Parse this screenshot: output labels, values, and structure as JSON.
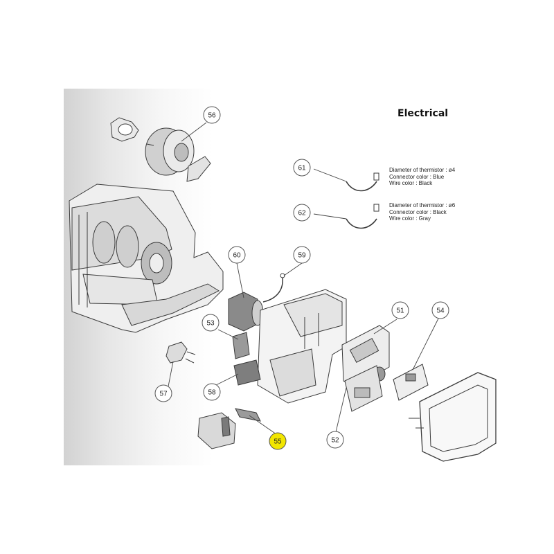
{
  "diagram": {
    "title": "Electrical",
    "callouts": [
      {
        "id": "callout-56",
        "label": "56",
        "highlighted": false
      },
      {
        "id": "callout-60",
        "label": "60",
        "highlighted": false
      },
      {
        "id": "callout-59",
        "label": "59",
        "highlighted": false
      },
      {
        "id": "callout-61",
        "label": "61",
        "highlighted": false
      },
      {
        "id": "callout-62",
        "label": "62",
        "highlighted": false
      },
      {
        "id": "callout-53",
        "label": "53",
        "highlighted": false
      },
      {
        "id": "callout-51",
        "label": "51",
        "highlighted": false
      },
      {
        "id": "callout-54",
        "label": "54",
        "highlighted": false
      },
      {
        "id": "callout-57",
        "label": "57",
        "highlighted": false
      },
      {
        "id": "callout-58",
        "label": "58",
        "highlighted": false
      },
      {
        "id": "callout-55",
        "label": "55",
        "highlighted": true
      },
      {
        "id": "callout-52",
        "label": "52",
        "highlighted": false
      }
    ],
    "thermistor_61": [
      "Diameter of thermistor : ø4",
      "Connector color : Blue",
      "Wire color : Black"
    ],
    "thermistor_62": [
      "Diameter of thermistor : ø6",
      "Connector color : Black",
      "Wire color : Gray"
    ],
    "colors": {
      "highlight": "#f2e600",
      "line": "#333333",
      "background_gradient_start": "#d2d2d2"
    }
  }
}
